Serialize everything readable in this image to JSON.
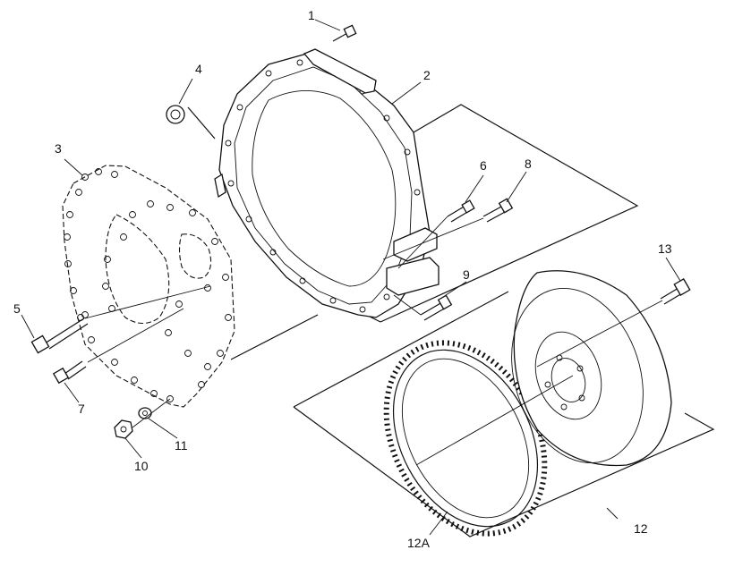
{
  "diagram": {
    "callouts": [
      {
        "id": "c1",
        "text": "1"
      },
      {
        "id": "c2",
        "text": "2"
      },
      {
        "id": "c3",
        "text": "3"
      },
      {
        "id": "c4",
        "text": "4"
      },
      {
        "id": "c5",
        "text": "5"
      },
      {
        "id": "c6",
        "text": "6"
      },
      {
        "id": "c7",
        "text": "7"
      },
      {
        "id": "c8",
        "text": "8"
      },
      {
        "id": "c9",
        "text": "9"
      },
      {
        "id": "c10",
        "text": "10"
      },
      {
        "id": "c11",
        "text": "11"
      },
      {
        "id": "c12",
        "text": "12"
      },
      {
        "id": "c12a",
        "text": "12A"
      },
      {
        "id": "c13",
        "text": "13"
      }
    ]
  }
}
